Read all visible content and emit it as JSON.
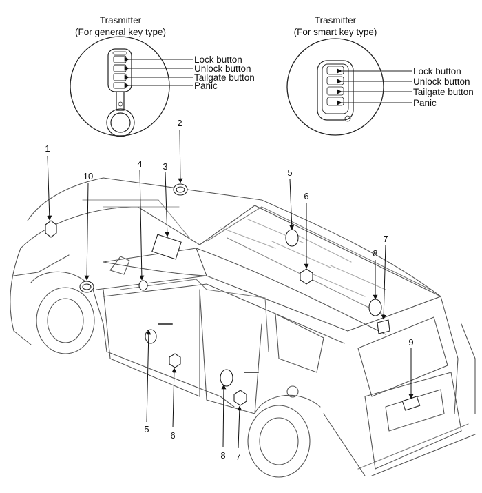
{
  "transmitters": [
    {
      "title": "Trasmitter",
      "subtitle": "(For general key type)",
      "labels": [
        "Lock button",
        "Unlock button",
        "Tailgate button",
        "Panic"
      ]
    },
    {
      "title": "Trasmitter",
      "subtitle": "(For smart key type)",
      "labels": [
        "Lock button",
        "Unlock button",
        "Tailgate button",
        "Panic"
      ]
    }
  ],
  "callouts": [
    "1",
    "10",
    "4",
    "3",
    "2",
    "5",
    "6",
    "8",
    "7",
    "9",
    "5",
    "6",
    "8",
    "7"
  ],
  "colors": {
    "line": "#333333",
    "fill": "#ffffff"
  }
}
